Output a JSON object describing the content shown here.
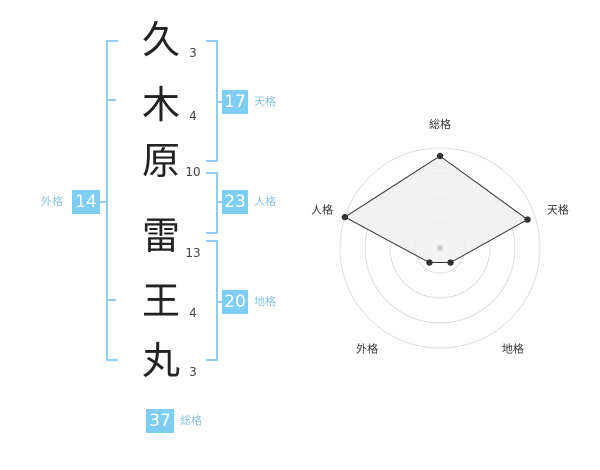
{
  "name_chars": [
    {
      "char": "久",
      "strokes": "3"
    },
    {
      "char": "木",
      "strokes": "4"
    },
    {
      "char": "原",
      "strokes": "10"
    },
    {
      "char": "雷",
      "strokes": "13"
    },
    {
      "char": "王",
      "strokes": "4"
    },
    {
      "char": "丸",
      "strokes": "3"
    }
  ],
  "groups": {
    "tenkaku": {
      "value": "17",
      "label": "天格"
    },
    "jinkaku": {
      "value": "23",
      "label": "人格"
    },
    "chikaku": {
      "value": "20",
      "label": "地格"
    },
    "gaikaku": {
      "value": "14",
      "label": "外格"
    },
    "soukaku": {
      "value": "37",
      "label": "総格"
    }
  },
  "radar": {
    "axes": [
      "総格",
      "天格",
      "地格",
      "外格",
      "人格"
    ],
    "values": [
      0.92,
      0.92,
      0.18,
      0.18,
      1.0
    ],
    "rings": 4,
    "fill_color": "#f0f0f0",
    "line_color": "#333333",
    "ring_color": "#dddddd"
  }
}
